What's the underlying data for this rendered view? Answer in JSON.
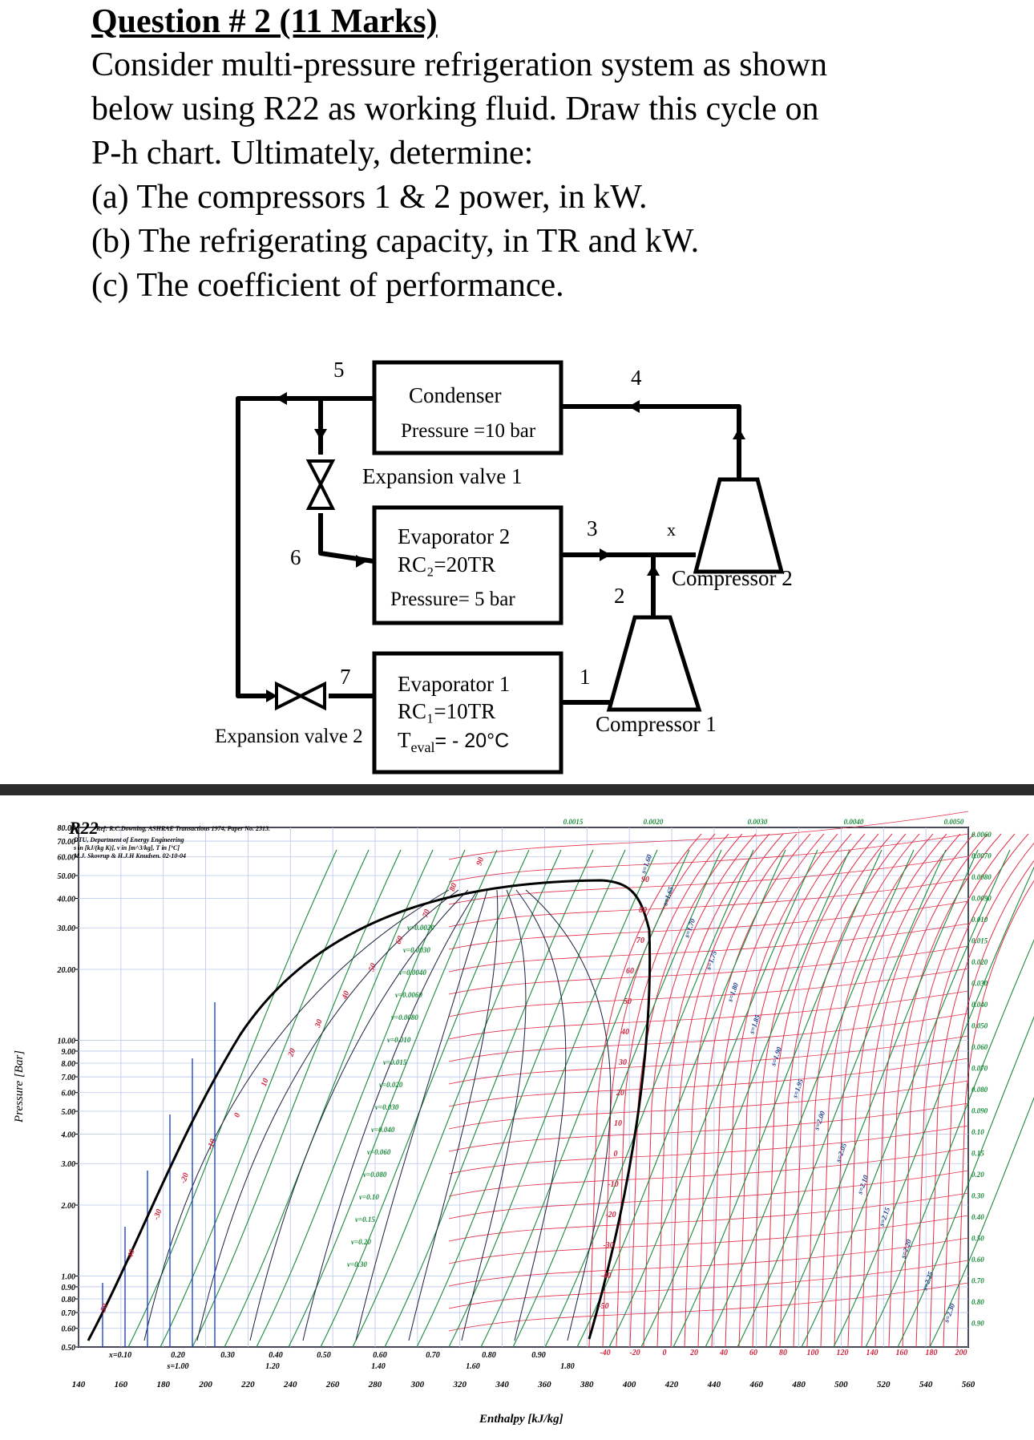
{
  "question": {
    "title": "Question # 2 (11 Marks)",
    "lines": [
      "Consider multi-pressure refrigeration system as shown",
      "below using R22 as working fluid. Draw this cycle on",
      "P-h chart. Ultimately, determine:",
      "(a) The compressors 1 & 2 power, in kW.",
      "(b) The refrigerating capacity, in TR and kW.",
      "(c) The coefficient of performance."
    ]
  },
  "diagram": {
    "condenser": {
      "name": "Condenser",
      "pressure": "Pressure =10 bar"
    },
    "evaporator2": {
      "name": "Evaporator 2",
      "capacity": "RC₂=20TR",
      "pressure": "Pressure= 5 bar"
    },
    "evaporator1": {
      "name": "Evaporator 1",
      "capacity": "RC₁=10TR",
      "temp_prefix": "T",
      "temp_sub": "eval",
      "temp_value": "= - 20°C"
    },
    "expansion_valve_1": "Expansion valve 1",
    "expansion_valve_2": "Expansion valve 2",
    "compressor_1": "Compressor 1",
    "compressor_2": "Compressor 2",
    "state_points": [
      "1",
      "2",
      "3",
      "4",
      "5",
      "6",
      "7",
      "x"
    ]
  },
  "chart": {
    "title": "R22",
    "credit_lines": [
      "Ref: R.C.Downing, ASHRAE Transactions 1974, Paper No. 2313.",
      "DTU, Department of Energy Engineering",
      "s in [kJ/(kg K)], v in [m^3/kg], T in [°C]",
      "M.J. Skovrup & H.J.H Knudsen. 02-10-04"
    ],
    "ylabel": "Pressure [Bar]",
    "xlabel": "Enthalpy [kJ/kg]",
    "y_ticks": [
      "80.00",
      "70.00",
      "60.00",
      "50.00",
      "40.00",
      "30.00",
      "20.00",
      "10.00",
      "9.00",
      "8.00",
      "7.00",
      "6.00",
      "5.00",
      "4.00",
      "3.00",
      "2.00",
      "1.00",
      "0.90",
      "0.80",
      "0.70",
      "0.60",
      "0.50"
    ],
    "x_ticks": [
      "140",
      "160",
      "180",
      "200",
      "220",
      "240",
      "260",
      "280",
      "300",
      "320",
      "340",
      "360",
      "380",
      "400",
      "420",
      "440",
      "460",
      "480",
      "500",
      "520",
      "540",
      "560"
    ],
    "quality_labels": [
      "x=0.10",
      "0.20",
      "0.30",
      "0.40",
      "0.50",
      "0.60",
      "0.70",
      "0.80",
      "0.90"
    ],
    "s_labels": [
      "s=1.00",
      "1.20",
      "1.40",
      "1.60",
      "1.80"
    ],
    "bottom_temp_labels": [
      "-40",
      "-20",
      "0",
      "20",
      "40",
      "60",
      "80",
      "100",
      "120",
      "140",
      "160",
      "180",
      "200"
    ],
    "sat_temp_labels": [
      "-50",
      "-40",
      "-30",
      "-20",
      "-10",
      "0",
      "10",
      "20",
      "30",
      "40",
      "50",
      "60",
      "70",
      "80",
      "90"
    ],
    "vapor_temp_labels": [
      "90",
      "80",
      "70",
      "60",
      "50",
      "40",
      "30",
      "20",
      "10",
      "0",
      "-10",
      "-20",
      "-30",
      "-40",
      "-50"
    ],
    "top_v_labels": [
      "0.0015",
      "0.0020",
      "0.0030",
      "0.0040",
      "0.0050"
    ],
    "right_v_labels": [
      "0.0060",
      "0.0070",
      "0.0080",
      "0.0090",
      "0.010",
      "0.015",
      "0.020",
      "0.030",
      "0.040",
      "0.050",
      "0.060",
      "0.070",
      "0.080",
      "0.090",
      "0.10",
      "0.15",
      "0.20",
      "0.30",
      "0.40",
      "0.50",
      "0.60",
      "0.70",
      "0.80",
      "0.90"
    ],
    "inner_v_labels": [
      "v=0.0020",
      "v=0.0030",
      "v=0.0040",
      "v=0.0060",
      "v=0.0080",
      "v=0.010",
      "v=0.015",
      "v=0.020",
      "v=0.030",
      "v=0.040",
      "v=0.060",
      "v=0.080",
      "v=0.10",
      "v=0.15",
      "v=0.20",
      "v=0.30"
    ],
    "entropy_labels": [
      "s=1.60",
      "s=1.65",
      "s=1.70",
      "s=1.75",
      "s=1.80",
      "s=1.85",
      "s=1.90",
      "s=1.95",
      "s=2.00",
      "s=2.05",
      "s=2.10",
      "s=2.15",
      "s=2.20",
      "s=2.25",
      "s=2.30"
    ]
  }
}
